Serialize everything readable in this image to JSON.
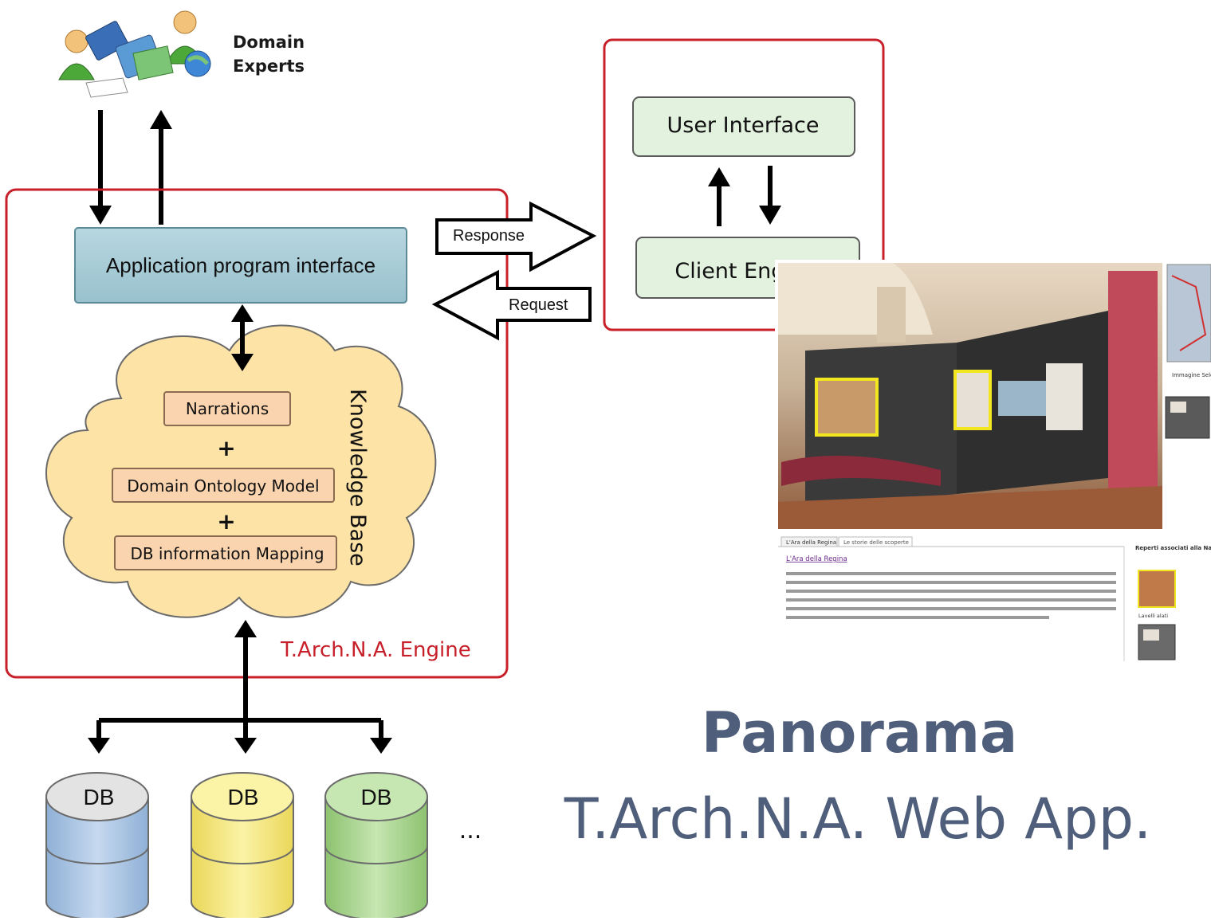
{
  "domain_experts": {
    "line1": "Domain",
    "line2": "Experts",
    "icon": "people-books-globe-icon"
  },
  "engine": {
    "label": "T.Arch.N.A. Engine",
    "api_label": "Application program interface",
    "knowledge_base_label": "Knowledge Base",
    "kb_items": [
      "Narrations",
      "Domain Ontology Model",
      "DB information Mapping"
    ],
    "plus_sign": "+"
  },
  "arrows": {
    "response": "Response",
    "request": "Request"
  },
  "client": {
    "user_interface": "User Interface",
    "client_engine": "Client Engine"
  },
  "databases": {
    "labels": [
      "DB",
      "DB",
      "DB"
    ],
    "ellipsis": "..."
  },
  "screenshot": {
    "tabs": [
      "L'Ara della Regina",
      "Le storie delle scoperte"
    ],
    "heading": "L'Ara della Regina",
    "side_label_top": "Immagine Selezionata",
    "side_label_mid": "Reperti associati alla Narrazione",
    "side_label_bottom": "Lavelli alati"
  },
  "caption": {
    "title": "Panorama",
    "subtitle": "T.Arch.N.A. Web App."
  },
  "colors": {
    "frame_red": "#c8202a",
    "api_fill": "#a9cdd8",
    "kb_item_fill": "#fad4ae",
    "cloud_fill": "#fde3a6",
    "client_box_fill": "#e3f2df",
    "db_blue": "#a9c4e2",
    "db_yellow": "#f8ec86",
    "db_green": "#a9d58e",
    "caption_color": "#4f5e7a"
  }
}
